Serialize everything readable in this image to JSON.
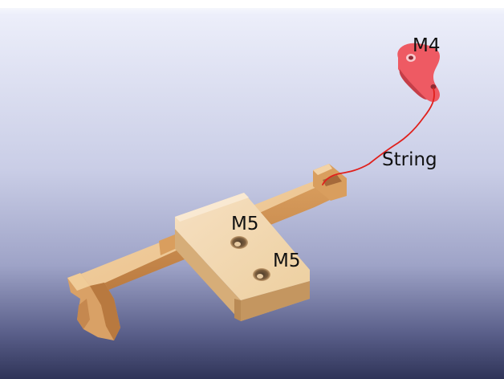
{
  "labels": {
    "servo_top": "M4",
    "string": "String",
    "hole_upper": "M5",
    "hole_lower": "M5"
  },
  "colors": {
    "background_top": "#dcdff0",
    "background_bottom": "#363b63",
    "part_wood": "#e9c08a",
    "servo_horn": "#ee5a63",
    "string": "#e0201c"
  }
}
